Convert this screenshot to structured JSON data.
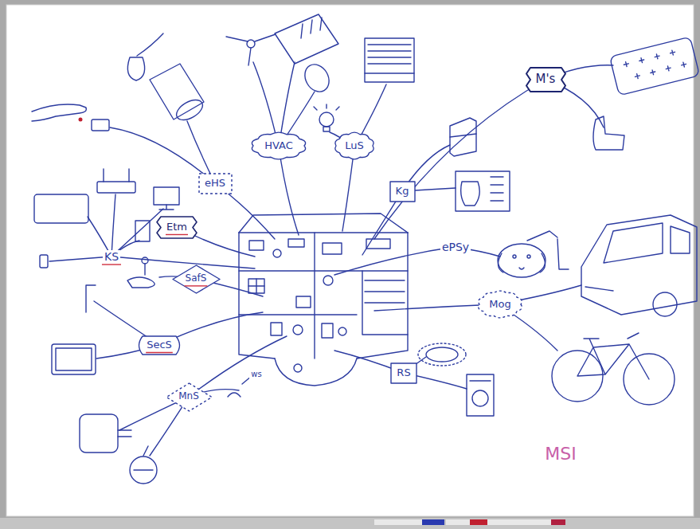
{
  "diagram": {
    "nodes": [
      {
        "text": [
          "M's"
        ]
      },
      {
        "text": [
          "HVAC"
        ]
      },
      {
        "text": [
          "LuS"
        ]
      },
      {
        "text": [
          "eHS"
        ]
      },
      {
        "text": [
          "Kg"
        ]
      },
      {
        "text": [
          "Etm"
        ]
      },
      {
        "text": [
          "SafS"
        ]
      },
      {
        "text": [
          "Mog"
        ]
      },
      {
        "text": [
          "SecS"
        ]
      },
      {
        "text": [
          "RS"
        ]
      },
      {
        "text": [
          "MnS"
        ]
      }
    ],
    "labels": [
      "KS",
      "ePSy",
      "ws",
      "MSI"
    ]
  }
}
